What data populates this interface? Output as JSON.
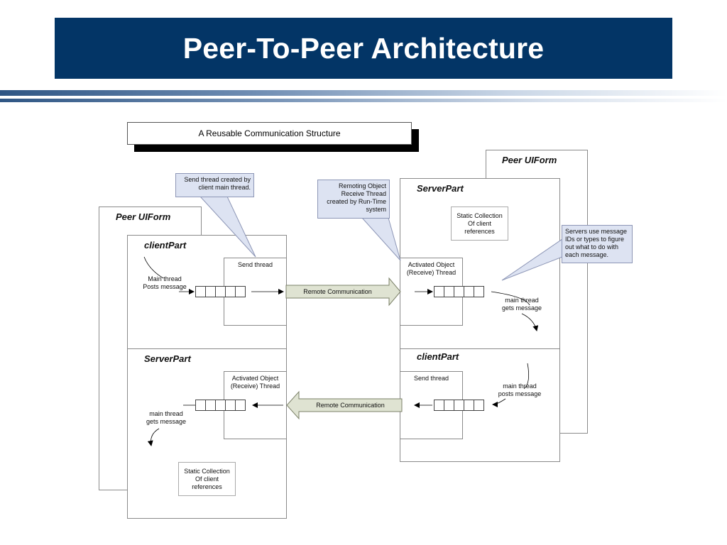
{
  "slide_title": "Peer-To-Peer Architecture",
  "diagram_title": "A Reusable Communication Structure",
  "left_peer": {
    "form_label": "Peer UIForm",
    "client_part": {
      "label": "clientPart",
      "main_thread_text": "Main thread\nPosts message",
      "send_thread_label": "Send thread"
    },
    "server_part": {
      "label": "ServerPart",
      "activated_object_label": "Activated Object\n(Receive) Thread",
      "main_thread_text": "main thread\ngets message",
      "static_collection_label": "Static Collection\nOf client\nreferences"
    }
  },
  "right_peer": {
    "form_label": "Peer UIForm",
    "server_part": {
      "label": "ServerPart",
      "static_collection_label": "Static Collection\nOf client\nreferences",
      "activated_object_label": "Activated Object\n(Receive) Thread",
      "main_thread_text": "main thread\ngets message"
    },
    "client_part": {
      "label": "clientPart",
      "send_thread_label": "Send thread",
      "main_thread_text": "main thread\nposts message"
    }
  },
  "remote_communication_top": "Remote Communication",
  "remote_communication_bottom": "Remote Communication",
  "callouts": {
    "send_thread": "Send thread created by\nclient main thread.",
    "remoting_object": "Remoting Object\nReceive Thread\ncreated by Run-Time\nsystem",
    "servers_use": "Servers use message\nIDs or types to figure\nout what to do with\neach message."
  },
  "colors": {
    "title_bar": "#033566",
    "stripe_dark": "#2f5684",
    "callout_fill": "#dde3f2",
    "arrow_fill": "#dfe3d2"
  }
}
